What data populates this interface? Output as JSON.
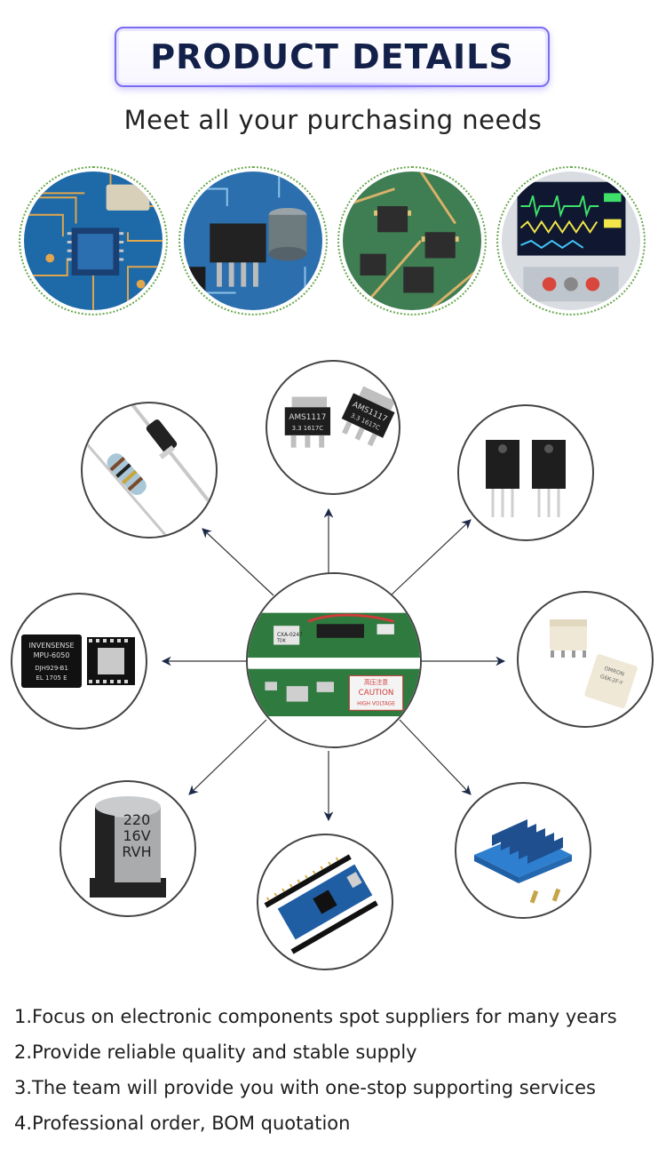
{
  "header": {
    "title": "PRODUCT DETAILS",
    "subtitle": "Meet all your purchasing needs"
  },
  "top_photos": [
    {
      "icon": "pcb-chip-icon"
    },
    {
      "icon": "regulator-board-icon"
    },
    {
      "icon": "smd-components-icon"
    },
    {
      "icon": "monitor-equipment-icon"
    }
  ],
  "center": {
    "board_label": "CXA-0247",
    "board_sub": "TDK",
    "caution_cn": "高压注意",
    "caution": "CAUTION",
    "caution_sub": "HIGH VOLTAGE"
  },
  "components": {
    "regulator_top": "AMS1117",
    "regulator_sub": "3.3 1617C",
    "ic_brand": "INVENSENSE",
    "ic_model": "MPU-6050",
    "ic_lot1": "DJH929-B1",
    "ic_lot2": "EL 1705 E",
    "cap_value": "220",
    "cap_voltage": "16V",
    "cap_series": "RVH",
    "relay_brand": "OMRON",
    "relay_model": "G6K-2F-Y"
  },
  "features": [
    "1.Focus on electronic components spot suppliers for many years",
    "2.Provide reliable quality and stable supply",
    "3.The team will provide you with one-stop supporting services",
    "4.Professional order, BOM quotation"
  ],
  "colors": {
    "title": "#13204a",
    "banner_border": "#7b6cf0",
    "photo_border": "#6aa84f",
    "node_border": "#444444",
    "arrow": "#1c2a4a"
  }
}
